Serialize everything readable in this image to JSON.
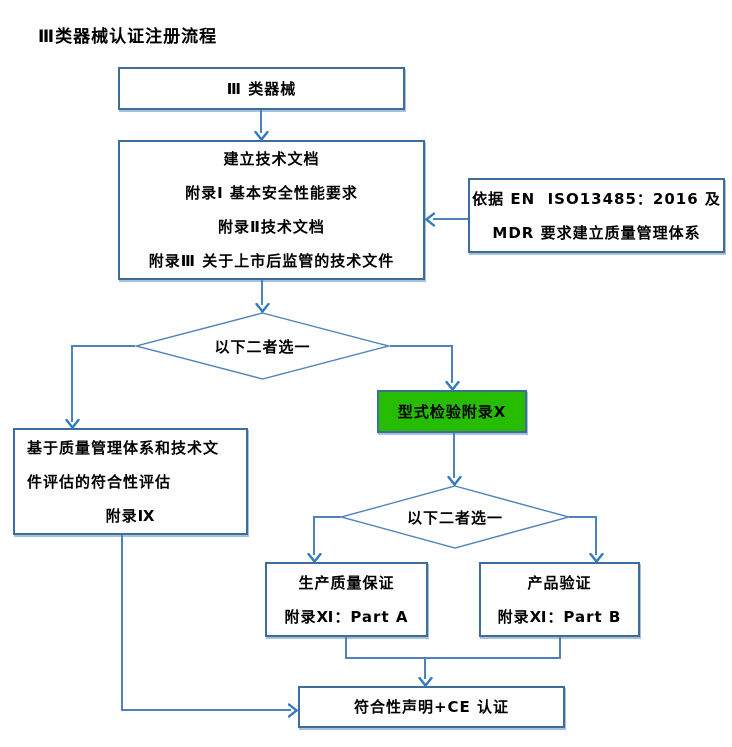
{
  "title": "Ⅲ类器械认证注册流程",
  "nodes": {
    "class3": {
      "label": "Ⅲ 类器械"
    },
    "tech_doc": {
      "line1": "建立技术文档",
      "line2": "附录Ⅰ 基本安全性能要求",
      "line3": "附录Ⅱ技术文档",
      "line4": "附录Ⅲ 关于上市后监管的技术文件"
    },
    "qms": {
      "line1": "依据 EN  ISO13485：2016 及",
      "line2": "MDR 要求建立质量管理体系"
    },
    "decision1": {
      "label": "以下二者选一"
    },
    "type_test": {
      "label": "型式检验附录Ⅹ"
    },
    "annex9": {
      "line1": "基于质量管理体系和技术文",
      "line2": "件评估的符合性评估",
      "line3": "附录Ⅸ"
    },
    "decision2": {
      "label": "以下二者选一"
    },
    "part_a": {
      "line1": "生产质量保证",
      "line2": "附录Ⅺ：Part A"
    },
    "part_b": {
      "line1": "产品验证",
      "line2": "附录Ⅺ：Part B"
    },
    "declaration": {
      "label": "符合性声明+CE 认证"
    }
  },
  "colors": {
    "connector": "#4f81bd",
    "box_border": "#3e6d9c",
    "green_fill": "#26bc00",
    "text": "#000000"
  }
}
